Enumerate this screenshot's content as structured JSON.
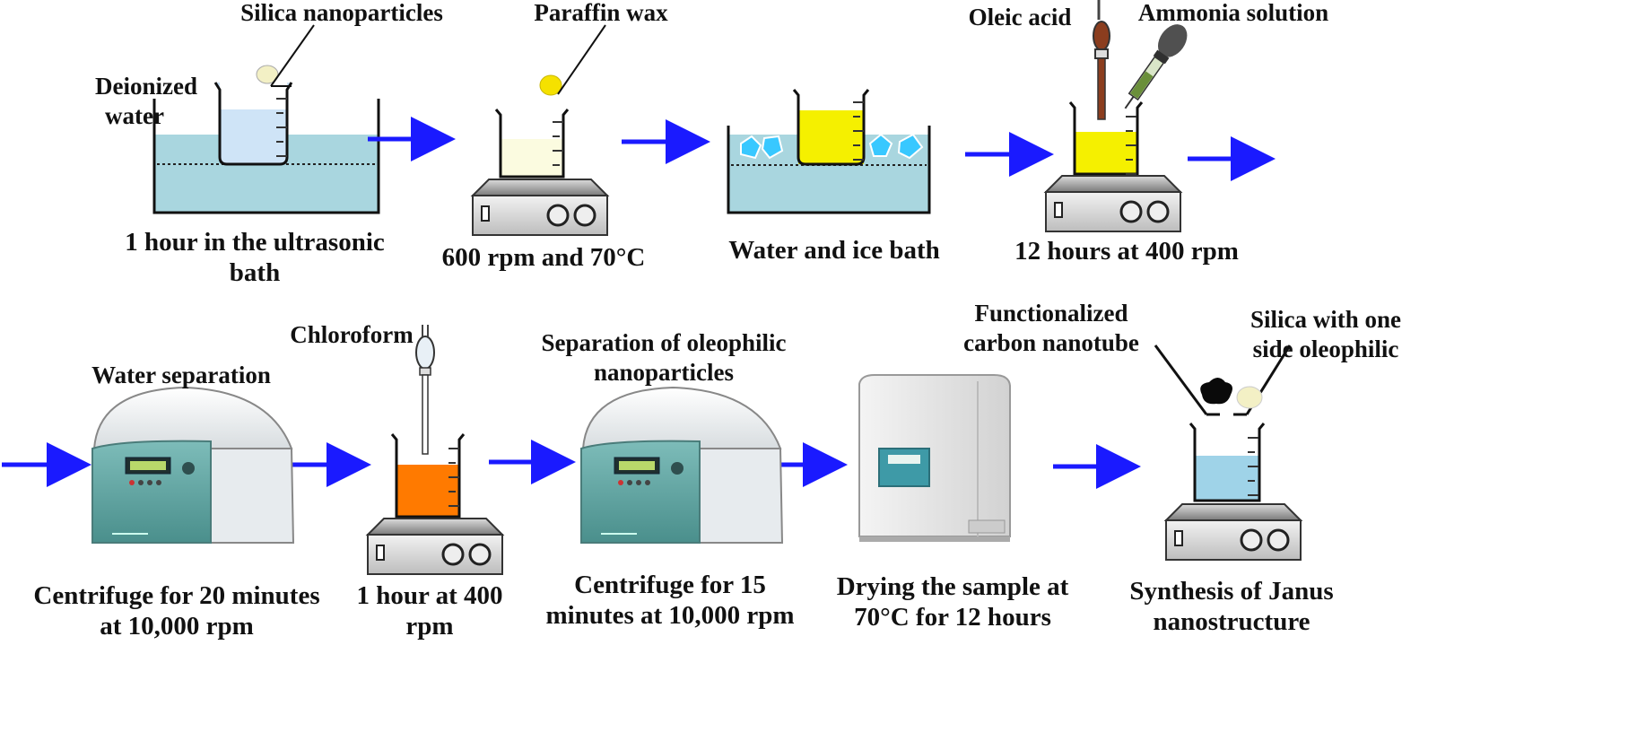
{
  "row1": {
    "step1": {
      "labels": {
        "silica": "Silica nanoparticles",
        "water_line1": "Deionized",
        "water_line2": "water"
      },
      "caption_line1": "1 hour in the ultrasonic",
      "caption_line2": "bath"
    },
    "step2": {
      "label": "Paraffin wax",
      "caption": "600 rpm and 70°C"
    },
    "step3": {
      "caption": "Water and ice bath"
    },
    "step4": {
      "labels": {
        "oleic": "Oleic acid",
        "ammonia": "Ammonia solution"
      },
      "caption": "12 hours at 400 rpm"
    }
  },
  "row2": {
    "step5": {
      "title": "Water separation",
      "caption_line1": "Centrifuge for 20 minutes",
      "caption_line2": "at 10,000 rpm"
    },
    "step6": {
      "label": "Chloroform",
      "caption_line1": "1 hour at 400",
      "caption_line2": "rpm"
    },
    "step7": {
      "title_line1": "Separation of oleophilic",
      "title_line2": "nanoparticles",
      "caption_line1": "Centrifuge for 15",
      "caption_line2": "minutes at 10,000 rpm"
    },
    "step8": {
      "caption_line1": "Drying the sample at",
      "caption_line2": "70°C for 12 hours"
    },
    "step9": {
      "labels": {
        "cnt_line1": "Functionalized",
        "cnt_line2": "carbon nanotube",
        "silica_line1": "Silica with one",
        "silica_line2": "side oleophilic"
      },
      "caption_line1": "Synthesis of Janus",
      "caption_line2": "nanostructure"
    }
  },
  "colors": {
    "arrow": "#1a1aff",
    "bath_water": "#a9d6df",
    "beaker_blue": "#cfe4f7",
    "beaker_cream": "#fbfbe0",
    "beaker_yellow": "#f5f000",
    "beaker_orange": "#ff7a00",
    "beaker_blue2": "#9fd3e8",
    "ice": "#38c8ff",
    "centrifuge_teal": "#5fa9a6",
    "oleic_brown": "#8b3d1e",
    "dropper_green": "#6a8f3a"
  }
}
